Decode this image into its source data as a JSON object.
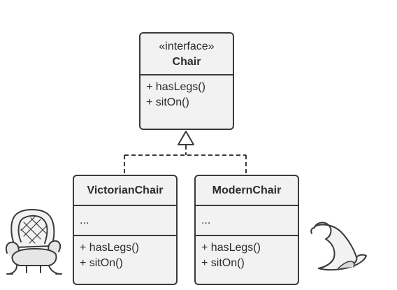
{
  "diagram": {
    "interface": {
      "stereotype": "«interface»",
      "name": "Chair",
      "methods": [
        "+ hasLegs()",
        "+ sitOn()"
      ]
    },
    "classes": [
      {
        "name": "VictorianChair",
        "fields": "...",
        "methods": [
          "+ hasLegs()",
          "+ sitOn()"
        ]
      },
      {
        "name": "ModernChair",
        "fields": "...",
        "methods": [
          "+ hasLegs()",
          "+ sitOn()"
        ]
      }
    ],
    "relationship": "implements",
    "illustrations": [
      "armchair-icon",
      "modern-chair-icon"
    ]
  },
  "colors": {
    "box_fill": "#f2f2f2",
    "stroke": "#3a3a3a",
    "text": "#2c2c2c"
  }
}
